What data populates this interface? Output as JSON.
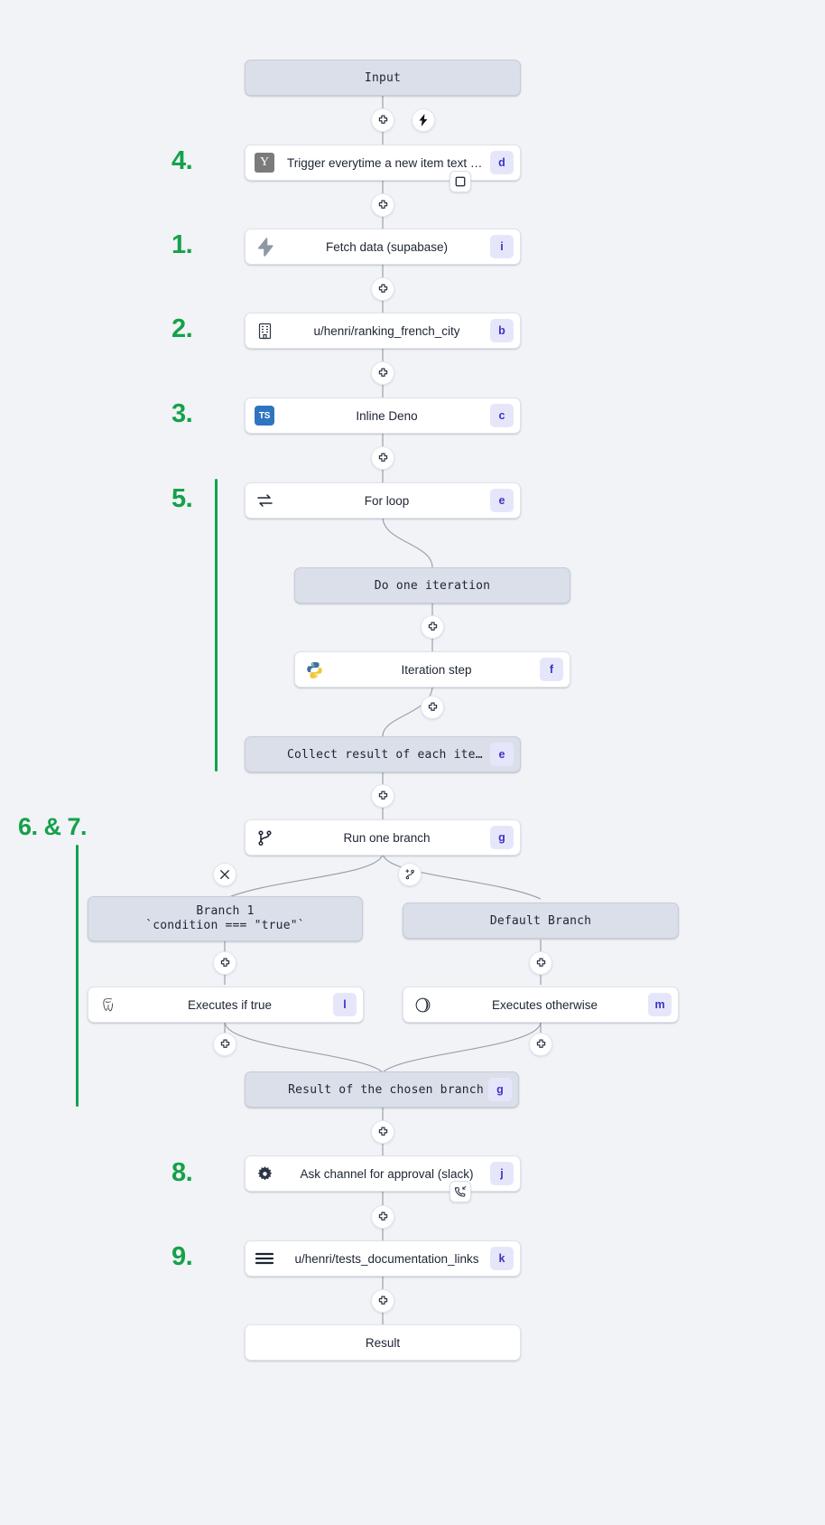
{
  "canvas": {
    "background": "#f1f3f7",
    "accent_green": "#12a150",
    "badge_bg": "#e6e6fb",
    "badge_fg": "#3b34c4"
  },
  "flow": {
    "start_label": "Input",
    "end_label": "Result",
    "nodes": [
      {
        "id": "input",
        "label": "Input",
        "badge": "",
        "icon": "none",
        "style": "grey"
      },
      {
        "id": "trigger",
        "label": "Trigger everytime a new item text o…",
        "badge": "d",
        "icon": "yaml-chip",
        "style": "white"
      },
      {
        "id": "fetch",
        "label": "Fetch data (supabase)",
        "badge": "i",
        "icon": "supabase-bolt",
        "style": "white"
      },
      {
        "id": "ranking",
        "label": "u/henri/ranking_french_city",
        "badge": "b",
        "icon": "building-icon",
        "style": "white"
      },
      {
        "id": "deno",
        "label": "Inline Deno",
        "badge": "c",
        "icon": "typescript-chip",
        "style": "white"
      },
      {
        "id": "forloop",
        "label": "For loop",
        "badge": "e",
        "icon": "loop-icon",
        "style": "white"
      },
      {
        "id": "doiter",
        "label": "Do one iteration",
        "badge": "",
        "icon": "none",
        "style": "grey"
      },
      {
        "id": "iterstep",
        "label": "Iteration step",
        "badge": "f",
        "icon": "python-icon",
        "style": "white"
      },
      {
        "id": "collect",
        "label": "Collect result of each iteration",
        "badge": "e",
        "icon": "none",
        "style": "grey"
      },
      {
        "id": "branch",
        "label": "Run one branch",
        "badge": "g",
        "icon": "branch-icon",
        "style": "white"
      },
      {
        "id": "b1",
        "label": "Branch 1",
        "label2": "`condition === \"true\"`",
        "badge": "",
        "icon": "none",
        "style": "grey"
      },
      {
        "id": "bdef",
        "label": "Default Branch",
        "badge": "",
        "icon": "none",
        "style": "grey"
      },
      {
        "id": "iftrue",
        "label": "Executes if true",
        "badge": "l",
        "icon": "postgres-icon",
        "style": "white"
      },
      {
        "id": "other",
        "label": "Executes otherwise",
        "badge": "m",
        "icon": "deno-icon",
        "style": "white"
      },
      {
        "id": "chosen",
        "label": "Result of the chosen branch",
        "badge": "g",
        "icon": "none",
        "style": "grey"
      },
      {
        "id": "slack",
        "label": "Ask channel for approval (slack)",
        "badge": "j",
        "icon": "slack-gear-icon",
        "style": "white"
      },
      {
        "id": "tests",
        "label": "u/henri/tests_documentation_links",
        "badge": "k",
        "icon": "hamburger-icon",
        "style": "white"
      },
      {
        "id": "result",
        "label": "Result",
        "badge": "",
        "icon": "none",
        "style": "plain"
      }
    ],
    "handles": [
      {
        "id": "h1",
        "type": "plus-icon"
      },
      {
        "id": "h2",
        "type": "lightning-icon"
      },
      {
        "id": "h3",
        "type": "stop-square-icon"
      },
      {
        "id": "h4",
        "type": "plus-icon"
      },
      {
        "id": "h5",
        "type": "plus-icon"
      },
      {
        "id": "h6",
        "type": "plus-icon"
      },
      {
        "id": "h7",
        "type": "plus-icon"
      },
      {
        "id": "h8",
        "type": "plus-icon"
      },
      {
        "id": "h9",
        "type": "plus-icon"
      },
      {
        "id": "h10",
        "type": "plus-icon"
      },
      {
        "id": "h11",
        "type": "close-icon"
      },
      {
        "id": "h12",
        "type": "add-branch-icon"
      },
      {
        "id": "h13",
        "type": "plus-icon"
      },
      {
        "id": "h14",
        "type": "plus-icon"
      },
      {
        "id": "h15",
        "type": "plus-icon"
      },
      {
        "id": "h16",
        "type": "plus-icon"
      },
      {
        "id": "h17",
        "type": "plus-icon"
      },
      {
        "id": "h18",
        "type": "approval-call-icon"
      },
      {
        "id": "h19",
        "type": "plus-icon"
      },
      {
        "id": "h20",
        "type": "plus-icon"
      }
    ]
  },
  "annotations": {
    "steps": [
      {
        "id": "s4",
        "text": "4.",
        "target": "trigger"
      },
      {
        "id": "s1",
        "text": "1.",
        "target": "fetch"
      },
      {
        "id": "s2",
        "text": "2.",
        "target": "ranking"
      },
      {
        "id": "s3",
        "text": "3.",
        "target": "deno"
      },
      {
        "id": "s5",
        "text": "5.",
        "target": "forloop"
      },
      {
        "id": "s67",
        "text": "6. & 7.",
        "target": "branch"
      },
      {
        "id": "s8",
        "text": "8.",
        "target": "slack"
      },
      {
        "id": "s9",
        "text": "9.",
        "target": "tests"
      }
    ]
  }
}
